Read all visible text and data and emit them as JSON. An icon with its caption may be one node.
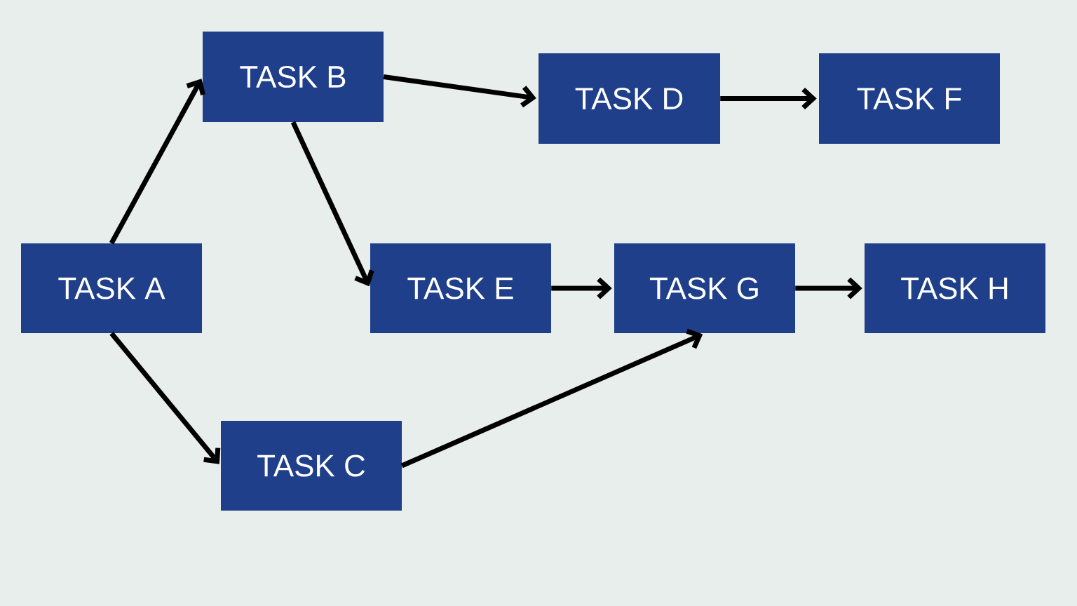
{
  "diagram": {
    "nodes": [
      {
        "text": [
          "TASK A"
        ]
      },
      {
        "text": [
          "TASK B"
        ]
      },
      {
        "text": [
          "TASK C"
        ]
      },
      {
        "text": [
          "TASK D"
        ]
      },
      {
        "text": [
          "TASK E"
        ]
      },
      {
        "text": [
          "TASK F"
        ]
      },
      {
        "text": [
          "TASK G"
        ]
      },
      {
        "text": [
          "TASK H"
        ]
      }
    ],
    "edges": [
      {
        "from": 0,
        "to": 1,
        "arrow": "to"
      },
      {
        "from": 0,
        "to": 2,
        "arrow": "to"
      },
      {
        "from": 1,
        "to": 3,
        "arrow": "to"
      },
      {
        "from": 1,
        "to": 4,
        "arrow": "to"
      },
      {
        "from": 3,
        "to": 5,
        "arrow": "to"
      },
      {
        "from": 4,
        "to": 6,
        "arrow": "to"
      },
      {
        "from": 6,
        "to": 7,
        "arrow": "to"
      },
      {
        "from": 2,
        "to": 6,
        "arrow": "to"
      }
    ]
  }
}
